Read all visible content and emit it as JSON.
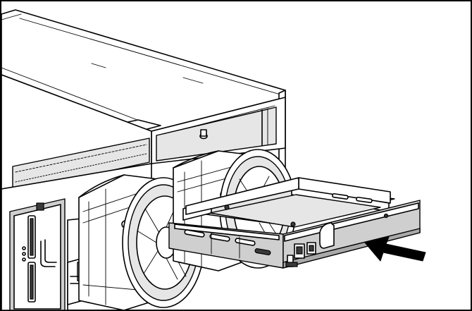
{
  "figure": {
    "subject": "server-chassis-rear-with-module-tray",
    "parts": {
      "chassis": "server-chassis",
      "fan_1": "cooling-fan",
      "fan_2": "cooling-fan",
      "tray": "hot-plug-module-tray",
      "arrow": "insertion-direction-arrow"
    },
    "colors": {
      "line": "#000000",
      "background": "#ffffff",
      "shade_light": "#e6e6e6",
      "shade_mid": "#cfcfcf",
      "shade_dark": "#a9a9a9"
    }
  }
}
